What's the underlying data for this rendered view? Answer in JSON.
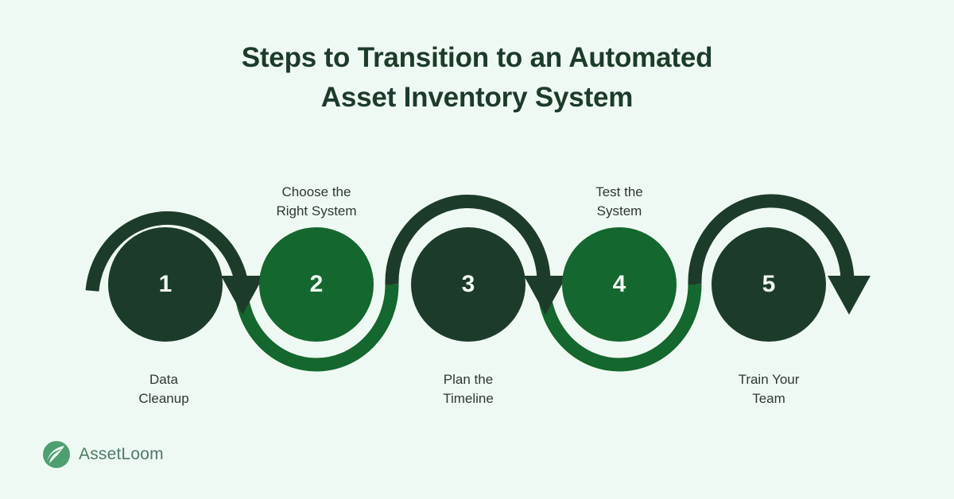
{
  "theme": {
    "background": "#eff9f3",
    "dark_green": "#1d3b2a",
    "mid_green": "#14672e",
    "title_color": "#1d3b2a",
    "label_color": "#2a3b33",
    "number_color": "#f2fbf5",
    "logo_color": "#4f7a63",
    "logo_mark_color": "#4e9e72"
  },
  "title": {
    "line1": "Steps to Transition to an Automated",
    "line2": "Asset Inventory System"
  },
  "chart_data": {
    "type": "diagram",
    "title": "Steps to Transition to an Automated Asset Inventory System",
    "layout": "serpentine-process-flow",
    "step_count": 5,
    "steps": [
      {
        "number": "1",
        "label_line1": "Data",
        "label_line2": "Cleanup",
        "label_position": "below",
        "color": "#1d3b2a"
      },
      {
        "number": "2",
        "label_line1": "Choose the",
        "label_line2": "Right System",
        "label_position": "above",
        "color": "#14672e"
      },
      {
        "number": "3",
        "label_line1": "Plan the",
        "label_line2": "Timeline",
        "label_position": "below",
        "color": "#1d3b2a"
      },
      {
        "number": "4",
        "label_line1": "Test the",
        "label_line2": "System",
        "label_position": "above",
        "color": "#14672e"
      },
      {
        "number": "5",
        "label_line1": "Train Your",
        "label_line2": "Team",
        "label_position": "below",
        "color": "#1d3b2a"
      }
    ]
  },
  "logo": {
    "name": "AssetLoom",
    "mark": "leaf-circle-icon"
  }
}
